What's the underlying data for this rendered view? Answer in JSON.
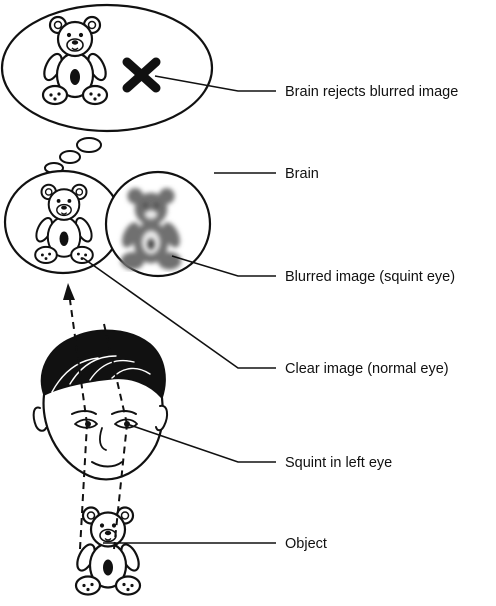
{
  "labels": {
    "brain_rejects": "Brain rejects blurred image",
    "brain": "Brain",
    "blurred_image": "Blurred image (squint eye)",
    "clear_image": "Clear image (normal eye)",
    "squint_left_eye": "Squint in left eye",
    "object": "Object"
  },
  "icons": {
    "reject_mark": "x-cross-icon",
    "teddy": "teddy-bear-icon"
  },
  "colors": {
    "ink": "#111111",
    "blur": "#6f6f6f"
  }
}
